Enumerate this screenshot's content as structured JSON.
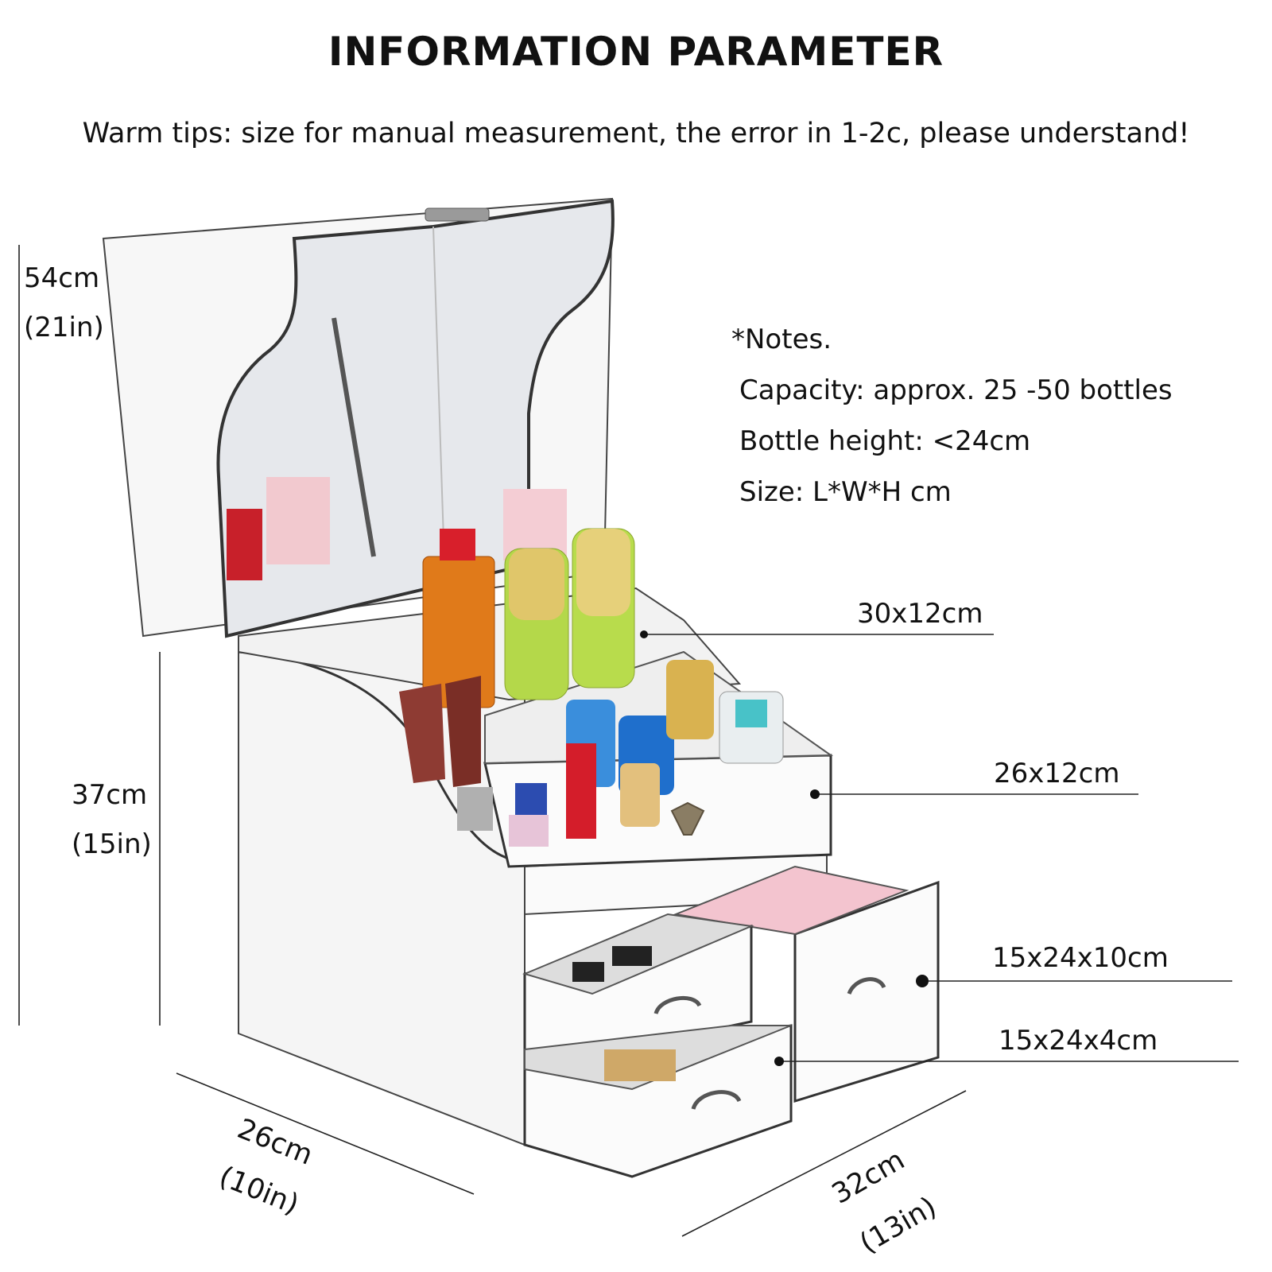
{
  "header": {
    "title": "INFORMATION PARAMETER",
    "tips": "Warm tips: size for manual measurement, the error in 1-2c, please understand!"
  },
  "notes": [
    "*Notes.",
    "Capacity: approx. 25 -50 bottles",
    "Bottle height: <24cm",
    "Size: L*W*H cm"
  ],
  "dimensions": {
    "total_height_cm": "54cm",
    "total_height_in": "(21in)",
    "body_height_cm": "37cm",
    "body_height_in": "(15in)",
    "top_tray": "30x12cm",
    "middle_tray": "26x12cm",
    "large_drawer": "15x24x10cm",
    "small_drawer": "15x24x4cm",
    "depth_cm": "26cm",
    "depth_in": "(10in)",
    "width_cm": "32cm",
    "width_in": "(13in)"
  },
  "colors": {
    "body": "#f4f4f4",
    "edge": "#3a3a3a",
    "mirror": "#e8eaee",
    "line": "#222222"
  }
}
